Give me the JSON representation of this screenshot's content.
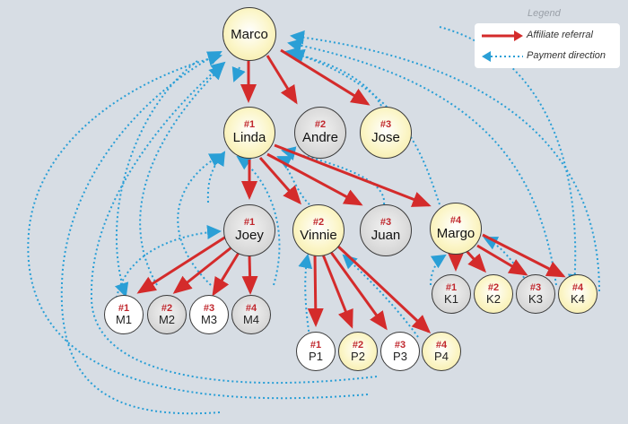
{
  "legend": {
    "title": "Legend",
    "referral_label": "Affiliate referral",
    "payment_label": "Payment direction",
    "referral_color": "#d42b2b",
    "payment_color": "#2a9fd6"
  },
  "nodes": {
    "marco": {
      "name": "Marco",
      "rank": ""
    },
    "linda": {
      "name": "Linda",
      "rank": "#1"
    },
    "andre": {
      "name": "Andre",
      "rank": "#2"
    },
    "jose": {
      "name": "Jose",
      "rank": "#3"
    },
    "joey": {
      "name": "Joey",
      "rank": "#1"
    },
    "vinnie": {
      "name": "Vinnie",
      "rank": "#2"
    },
    "juan": {
      "name": "Juan",
      "rank": "#3"
    },
    "margo": {
      "name": "Margo",
      "rank": "#4"
    },
    "m1": {
      "name": "M1",
      "rank": "#1"
    },
    "m2": {
      "name": "M2",
      "rank": "#2"
    },
    "m3": {
      "name": "M3",
      "rank": "#3"
    },
    "m4": {
      "name": "M4",
      "rank": "#4"
    },
    "p1": {
      "name": "P1",
      "rank": "#1"
    },
    "p2": {
      "name": "P2",
      "rank": "#2"
    },
    "p3": {
      "name": "P3",
      "rank": "#3"
    },
    "p4": {
      "name": "P4",
      "rank": "#4"
    },
    "k1": {
      "name": "K1",
      "rank": "#1"
    },
    "k2": {
      "name": "K2",
      "rank": "#2"
    },
    "k3": {
      "name": "K3",
      "rank": "#3"
    },
    "k4": {
      "name": "K4",
      "rank": "#4"
    }
  }
}
